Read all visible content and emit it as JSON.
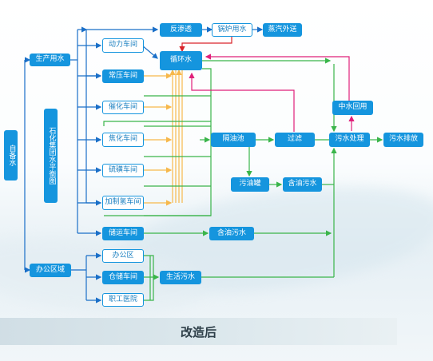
{
  "nodes": {
    "water_source": "自备水",
    "balance": "石化集团水平衡图",
    "production_water": "生产用水",
    "office_area": "办公区域",
    "power_workshop": "动力车间",
    "atm_workshop": "常压车间",
    "cat_workshop": "催化车间",
    "coke_workshop": "焦化车间",
    "sulfur_workshop": "硫磺车间",
    "hydro_workshop": "加制氢车间",
    "storage_workshop": "储运车间",
    "reverse_osmosis": "反渗透",
    "boiler_water": "锅炉用水",
    "steam_out": "蒸汽外送",
    "circulating_water": "循环水",
    "oil_separator": "隔油池",
    "filter": "过滤",
    "oil_sludge_tank": "污油罐",
    "oily_wastewater_1": "含油污水",
    "oily_wastewater_2": "含油污水",
    "reclaimed_water": "中水回用",
    "wastewater_treatment": "污水处理",
    "wastewater_discharge": "污水排放",
    "office": "办公区",
    "warehouse": "仓储车间",
    "clinic": "职工医院",
    "domestic_sewage": "生活污水"
  },
  "caption": "改造后",
  "colors": {
    "node": "#1595de",
    "supply_line": "#1a6fc8",
    "drain_line": "#3ab54a",
    "return_line": "#f7b84b",
    "red_line": "#d9232a",
    "pink_line": "#e0207a"
  }
}
